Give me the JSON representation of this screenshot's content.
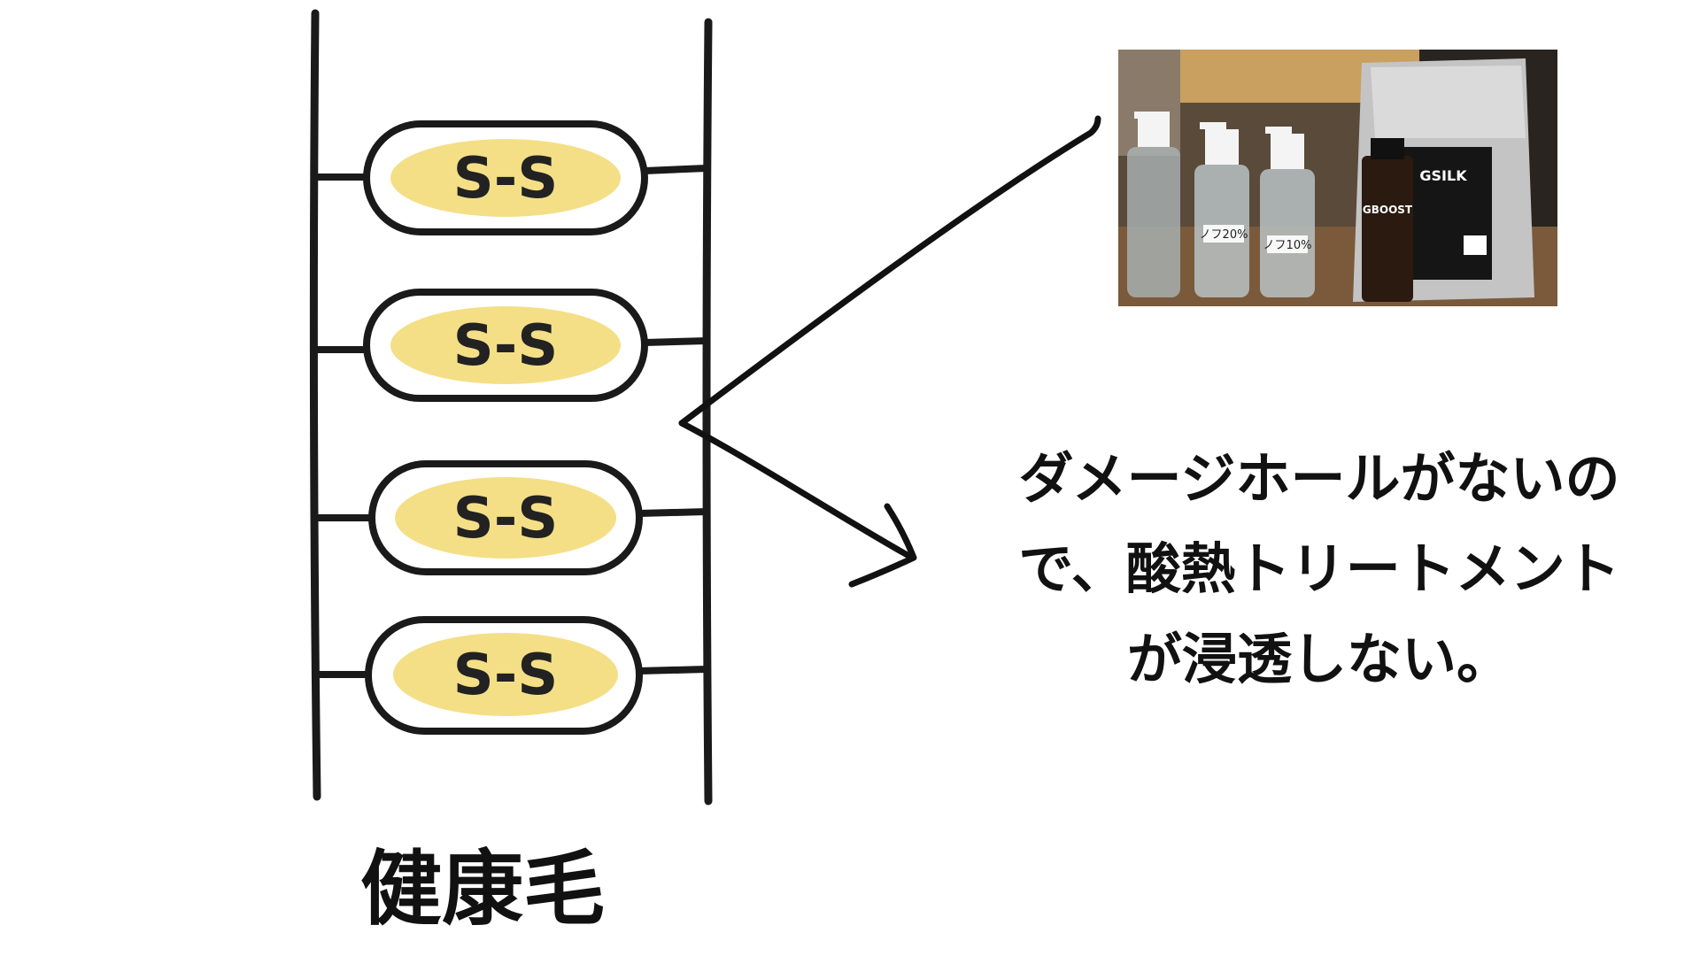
{
  "diagram": {
    "bond_labels": [
      "S-S",
      "S-S",
      "S-S",
      "S-S"
    ],
    "caption": "健康毛",
    "explanation_lines": [
      "ダメージホールがないの",
      "で、酸熱トリートメント",
      "が浸透しない。"
    ]
  },
  "photo": {
    "bottle_labels": [
      "ノフ20%",
      "ノフ10%"
    ],
    "bag_brand": "GSILK",
    "bottle_brand": "GBOOST"
  },
  "colors": {
    "ink": "#111111",
    "bond_fill": "#f3dc7a",
    "background": "#ffffff"
  }
}
